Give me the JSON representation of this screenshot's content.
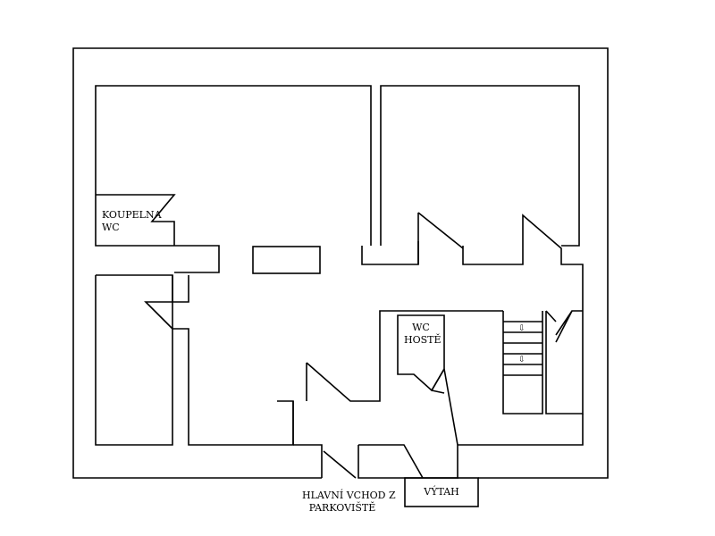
{
  "labels": {
    "bathroom": [
      "KOUPELNA",
      "WC"
    ],
    "guest_wc": [
      "WC",
      "HOSTĚ"
    ],
    "main_entrance": [
      "HLAVNÍ VCHOD Z",
      "PARKOVIŠTĚ"
    ],
    "elevator": "VÝTAH"
  },
  "colors": {
    "line": "#000000",
    "background": "#ffffff"
  },
  "icons": {
    "stair_arrow": "stair-direction-arrow-icon"
  }
}
